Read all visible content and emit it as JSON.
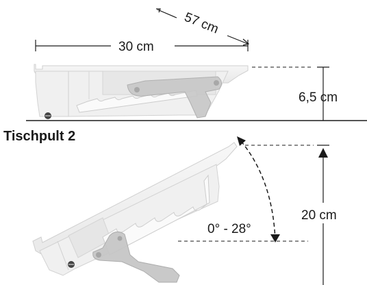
{
  "labels": {
    "length_diagonal": "57 cm",
    "length_base": "30 cm",
    "height_flat": "6,5 cm",
    "title_second": "Tischpult 2",
    "angle_range": "0° - 28°",
    "height_raised": "20 cm"
  },
  "colors": {
    "line": "#1a1a1a",
    "device_light": "#f1f1f1",
    "device_mid": "#e3e3e3",
    "device_dark": "#cfcfcf",
    "bracket": "#bdbdbd",
    "bracket_dark": "#a9a9a9"
  }
}
